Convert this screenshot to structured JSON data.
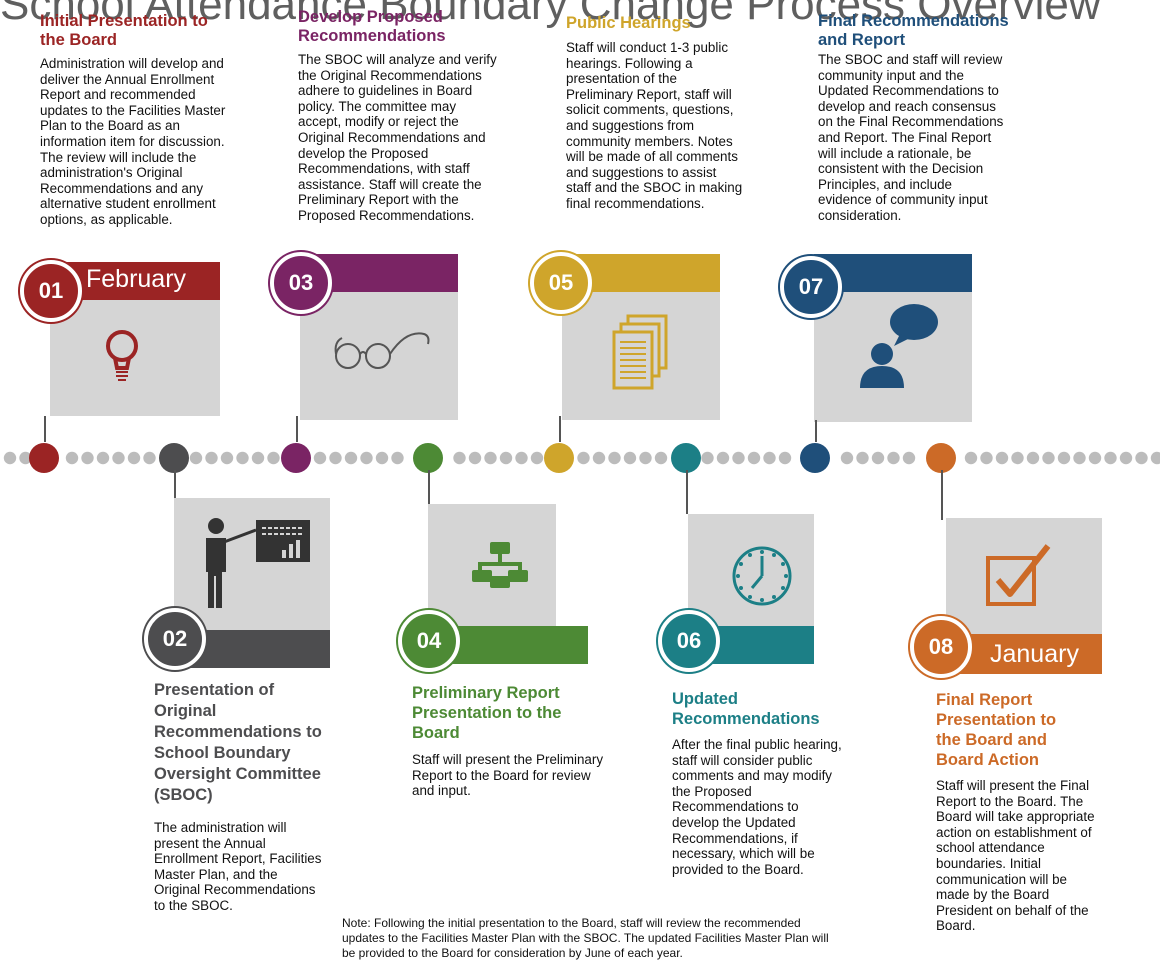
{
  "header": {
    "title_fragment": "School Attendance Boundary Change Process Overview"
  },
  "colors": {
    "s01": "#9b2424",
    "s02": "#4d4d4f",
    "s03": "#7a2464",
    "s04": "#4d8a35",
    "s05": "#cfa52b",
    "s06": "#1c7f86",
    "s07": "#1f4f7a",
    "s08": "#cc6a27",
    "timeline_dot": "#bcbcbc"
  },
  "steps": {
    "s01": {
      "num": "01",
      "band_label": "February",
      "title": "Initial Presentation to\nthe Board",
      "icon": "lightbulb-icon",
      "desc": "Administration will develop and\ndeliver the Annual Enrollment\nReport and recommended\nupdates to the Facilities Master\nPlan to the Board as an\ninformation item for discussion.\nThe review will include the\nadministration's Original\nRecommendations and any\nalternative student enrollment\noptions, as applicable."
    },
    "s02": {
      "num": "02",
      "band_label": "",
      "title": "Presentation of\nOriginal\nRecommendations to\nSchool Boundary\nOversight Committee\n(SBOC)",
      "icon": "presenter-icon",
      "desc": "The administration will\npresent the Annual\nEnrollment Report, Facilities\nMaster Plan, and the\nOriginal Recommendations\nto the SBOC."
    },
    "s03": {
      "num": "03",
      "band_label": "",
      "title": "Develop Proposed\nRecommendations",
      "icon": "glasses-icon",
      "desc": "The SBOC will analyze and verify\nthe Original Recommendations\nadhere to guidelines in Board\npolicy.  The committee may\naccept, modify or reject the\nOriginal Recommendations and\ndevelop the Proposed\nRecommendations, with staff\nassistance. Staff will create the\nPreliminary Report with the\nProposed Recommendations."
    },
    "s04": {
      "num": "04",
      "band_label": "",
      "title": "Preliminary Report\nPresentation to the\nBoard",
      "icon": "org-chart-icon",
      "desc": "Staff will present the Preliminary\nReport to the Board for review\nand input."
    },
    "s05": {
      "num": "05",
      "band_label": "",
      "title": "Public Hearings",
      "icon": "documents-icon",
      "desc": "Staff will conduct 1-3 public\nhearings.  Following a\npresentation of the\nPreliminary Report, staff will\nsolicit comments, questions,\nand suggestions from\ncommunity members. Notes\nwill be made of all comments\nand suggestions to assist\nstaff and the SBOC in making\nfinal recommendations."
    },
    "s06": {
      "num": "06",
      "band_label": "",
      "title": "Updated\nRecommendations",
      "icon": "clock-icon",
      "desc": "After the final public hearing,\nstaff will consider public\ncomments and may modify\nthe Proposed\nRecommendations to\ndevelop the Updated\nRecommendations, if\nnecessary, which will be\nprovided to the Board."
    },
    "s07": {
      "num": "07",
      "band_label": "",
      "title": "Final Recommendations\nand Report",
      "icon": "speaker-icon",
      "desc": "The SBOC and staff will review\ncommunity input and the\nUpdated Recommendations to\ndevelop and reach consensus\non the Final Recommendations\nand Report. The Final Report\nwill include a rationale, be\nconsistent with the Decision\nPrinciples, and include\nevidence of community input\nconsideration."
    },
    "s08": {
      "num": "08",
      "band_label": "January",
      "title": "Final Report\nPresentation to\nthe Board and\nBoard Action",
      "icon": "checkbox-icon",
      "desc": "Staff will present the Final\nReport to the Board. The\nBoard will take appropriate\naction on establishment of\nschool attendance\nboundaries.  Initial\ncommunication will be\nmade by the Board\nPresident on behalf of the\nBoard."
    }
  },
  "footer_note": "Note: Following the initial presentation to the Board, staff will review the recommended\nupdates to the Facilities Master Plan with the SBOC. The updated Facilities Master Plan will\nbe provided to the Board for consideration by June of each year."
}
